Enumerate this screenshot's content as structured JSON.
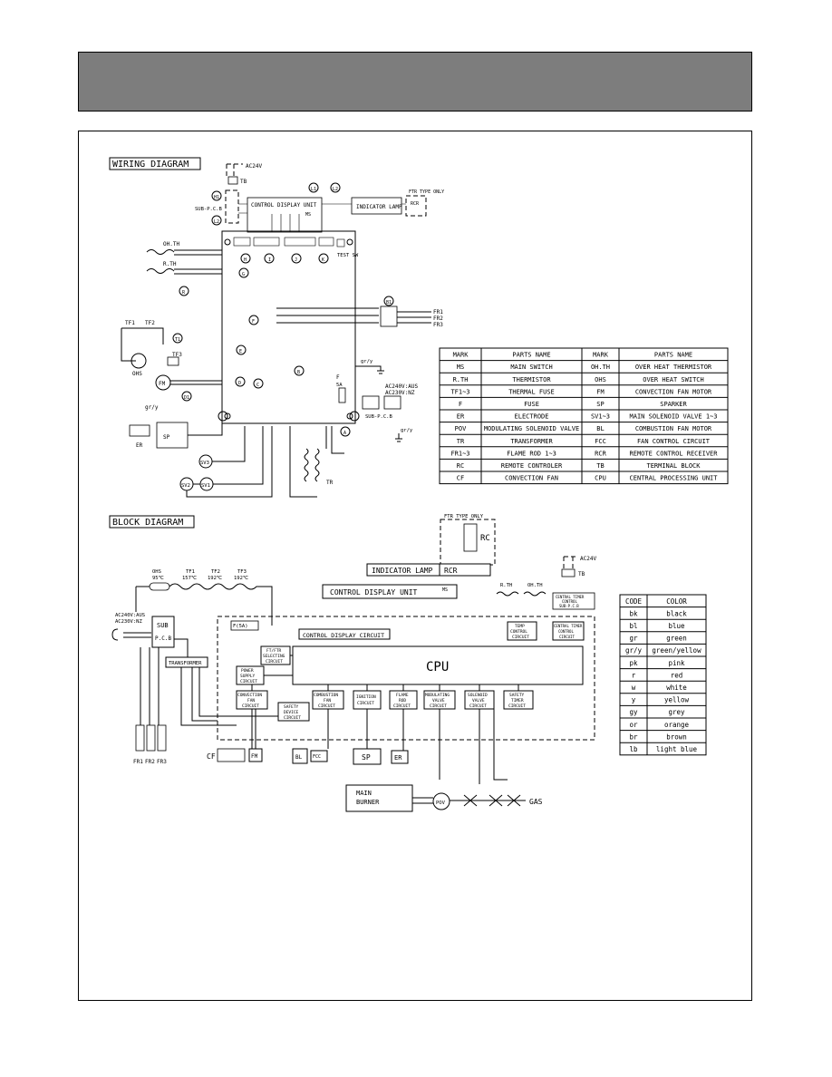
{
  "header": {
    "band_color": "#7d7d7d"
  },
  "wiring": {
    "title": "WIRING DIAGRAM",
    "ac24v": "AC24V",
    "tb": "TB",
    "sub_pcb": "SUB-P.C.B",
    "ftr_type_only": "FTR TYPE ONLY",
    "control_display_unit": "CONTROL DISPLAY UNIT",
    "ms": "MS",
    "indicator_lamp": "INDICATOR LAMP",
    "rcr": "RCR",
    "test_sw": "TEST SW",
    "ohth": "OH.TH",
    "rth": "R.TH",
    "tf1": "TF1",
    "tf2": "TF2",
    "tf3": "TF3",
    "ohs": "OHS",
    "fm": "FM",
    "sp": "SP",
    "er": "ER",
    "gry": "gr/y",
    "sv1": "SV1",
    "sv2": "SV2",
    "sv3": "SV3",
    "tr": "TR",
    "f": "F",
    "fuse_rating": "5A",
    "ac_supply_1": "AC240V:AUS",
    "ac_supply_2": "AC230V:NZ",
    "fr1": "FR1",
    "fr2": "FR2",
    "fr3": "FR3",
    "connectors": [
      "A",
      "B",
      "C",
      "D",
      "E",
      "F",
      "G",
      "H",
      "I",
      "J",
      "K",
      "L1",
      "L2",
      "H1",
      "H2",
      "R",
      "T1",
      "D1",
      "B1"
    ]
  },
  "parts_table": {
    "headers": [
      "MARK",
      "PARTS NAME",
      "MARK",
      "PARTS NAME"
    ],
    "rows": [
      [
        "MS",
        "MAIN SWITCH",
        "OH.TH",
        "OVER HEAT THERMISTOR"
      ],
      [
        "R.TH",
        "THERMISTOR",
        "OHS",
        "OVER HEAT SWITCH"
      ],
      [
        "TF1~3",
        "THERMAL FUSE",
        "FM",
        "CONVECTION FAN MOTOR"
      ],
      [
        "F",
        "FUSE",
        "SP",
        "SPARKER"
      ],
      [
        "ER",
        "ELECTRODE",
        "SV1~3",
        "MAIN SOLENOID VALVE 1~3"
      ],
      [
        "POV",
        "MODULATING SOLENOID VALVE",
        "BL",
        "COMBUSTION FAN MOTOR"
      ],
      [
        "TR",
        "TRANSFORMER",
        "FCC",
        "FAN CONTROL CIRCUIT"
      ],
      [
        "FR1~3",
        "FLAME ROD 1~3",
        "RCR",
        "REMOTE CONTROL RECEIVER"
      ],
      [
        "RC",
        "REMOTE CONTROLER",
        "TB",
        "TERMINAL BLOCK"
      ],
      [
        "CF",
        "CONVECTION FAN",
        "CPU",
        "CENTRAL PROCESSING UNIT"
      ]
    ]
  },
  "block": {
    "title": "BLOCK DIAGRAM",
    "ftr_type_only": "FTR TYPE ONLY",
    "rc": "RC",
    "ac24v": "AC24V",
    "tb": "TB",
    "indicator_lamp": "INDICATOR LAMP",
    "rcr": "RCR",
    "control_display_unit": "CONTROL DISPLAY UNIT",
    "ms": "MS",
    "rth": "R.TH",
    "ohth": "OH.TH",
    "central_timer_1": "CENTRAL TIMER",
    "central_timer_2": "CONTROL",
    "central_timer_3": "SUB-P.C.B",
    "ohs": "OHS",
    "ohs_temp": "95℃",
    "tf1": "TF1",
    "tf1_temp": "157℃",
    "tf2": "TF2",
    "tf2_temp": "192℃",
    "tf3": "TF3",
    "tf3_temp": "192℃",
    "ac_supply_1": "AC240V:AUS",
    "ac_supply_2": "AC230V:NZ",
    "sub": "SUB",
    "pcb": "P.C.B",
    "f5a": "F(5A)",
    "control_display_circuit": "CONTROL DISPLAY CIRCUIT",
    "temp_control_1": "TEMP",
    "temp_control_2": "CONTROL",
    "temp_control_3": "CIRCUIT",
    "ctcc_1": "CENTRAL TIMER",
    "ctcc_2": "CONTROL",
    "ctcc_3": "CIRCUIT",
    "cpu": "CPU",
    "transformer": "TRANSFORMER",
    "ftr_sel_1": "FT/FTR",
    "ftr_sel_2": "SELECTING",
    "ftr_sel_3": "CIRCUIT",
    "psc_1": "POWER",
    "psc_2": "SUPPLY",
    "psc_3": "CIRCUIT",
    "conv_fan_1": "CONVECTION",
    "conv_fan_2": "FAN",
    "conv_fan_3": "CIRCUIT",
    "safety_dev_1": "SAFETY",
    "safety_dev_2": "DEVICE",
    "safety_dev_3": "CIRCUIT",
    "comb_fan_1": "COMBUSTION",
    "comb_fan_2": "FAN",
    "comb_fan_3": "CIRCUIT",
    "ignition_1": "IGNITION",
    "ignition_2": "CIRCUIT",
    "flame_rod_1": "FLAME",
    "flame_rod_2": "ROD",
    "flame_rod_3": "CIRCUIT",
    "modulating_1": "MODULATING",
    "modulating_2": "VALVE",
    "modulating_3": "CIRCUIT",
    "solenoid_1": "SOLENOID",
    "solenoid_2": "VALVE",
    "solenoid_3": "CIRCUIT",
    "safety_timer_1": "SAFETY",
    "safety_timer_2": "TIMER",
    "safety_timer_3": "CIRCUIT",
    "fr1": "FR1",
    "fr2": "FR2",
    "fr3": "FR3",
    "cf": "CF",
    "fm": "FM",
    "bl": "BL",
    "fcc": "FCC",
    "sp": "SP",
    "er": "ER",
    "main_burner_1": "MAIN",
    "main_burner_2": "BURNER",
    "pov": "POV",
    "gas": "GAS"
  },
  "color_table": {
    "headers": [
      "CODE",
      "COLOR"
    ],
    "rows": [
      [
        "bk",
        "black"
      ],
      [
        "bl",
        "blue"
      ],
      [
        "gr",
        "green"
      ],
      [
        "gr/y",
        "green/yellow"
      ],
      [
        "pk",
        "pink"
      ],
      [
        "r",
        "red"
      ],
      [
        "w",
        "white"
      ],
      [
        "y",
        "yellow"
      ],
      [
        "gy",
        "grey"
      ],
      [
        "or",
        "orange"
      ],
      [
        "br",
        "brown"
      ],
      [
        "lb",
        "light blue"
      ]
    ]
  }
}
